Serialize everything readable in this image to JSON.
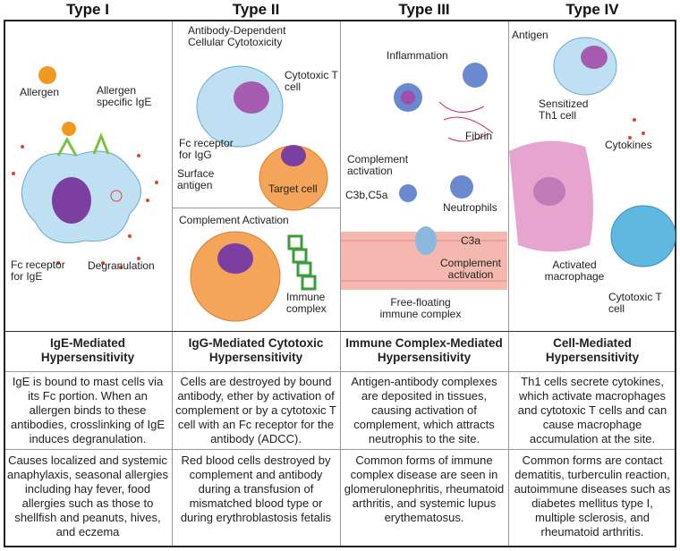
{
  "headers": [
    "Type I",
    "Type II",
    "Type III",
    "Type IV"
  ],
  "illustrations": {
    "type1": {
      "allergen": "Allergen",
      "allergen_specific_ige": "Allergen specific IgE",
      "fc_receptor": "Fc receptor for IgE",
      "degranulation": "Degranulation"
    },
    "type2": {
      "adcc": "Antibody-Dependent Cellular Cytotoxicity",
      "cytotoxic_t": "Cytotoxic T cell",
      "fc_receptor": "Fc receptor for IgG",
      "surface_antigen": "Surface antigen",
      "target_cell": "Target cell",
      "complement_activation": "Complement Activation",
      "immune_complex": "Immune complex"
    },
    "type3": {
      "inflammation": "Inflammation",
      "fibrin": "Fibrin",
      "complement_activation": "Complement activation",
      "c3b_c5a": "C3b,C5a",
      "neutrophils": "Neutrophils",
      "c3a": "C3a",
      "complement_activation_2": "Complement activation",
      "free_floating": "Free-floating immune complex"
    },
    "type4": {
      "antigen": "Antigen",
      "sensitized": "Sensitized Th1 cell",
      "cytokines": "Cytokines",
      "macrophage": "Activated macrophage",
      "cytotoxic_t": "Cytotoxic T cell"
    }
  },
  "rows": {
    "titles": [
      "IgE-Mediated Hypersensitivity",
      "IgG-Mediated Cytotoxic Hypersensitivity",
      "Immune Complex-Mediated Hypersensitivity",
      "Cell-Mediated Hypersensitivity"
    ],
    "mechanisms": [
      "IgE is bound to mast cells via its Fc portion. When an allergen binds to these antibodies, crosslinking of IgE induces degranulation.",
      "Cells are destroyed by bound antibody, ether by activation of complement or by a cytotoxic T cell with an Fc receptor for the antibody (ADCC).",
      "Antigen-antibody complexes are deposited in tissues, causing activation of complement, which attracts neutrophis to the site.",
      "Th1 cells secrete cytokines, which activate macrophages and cytotoxic T cells and can cause macrophage accumulation at the site."
    ],
    "diseases": [
      "Causes localized and systemic anaphylaxis, seasonal allergies including hay fever, food allergies such as those to shellfish and peanuts, hives, and eczema",
      "Red blood cells destroyed by complement and antibody during a transfusion of mismatched blood type or during erythroblastosis fetalis",
      "Common forms of immune complex disease are seen in glomerulonephritis, rheumatoid arthritis, and systemic lupus erythematosus.",
      "Common forms are contact dematitis, turberculin reaction, autoimmune diseases such as diabetes mellitus type I, multiple sclerosis, and rheumatoid arthritis."
    ]
  },
  "colors": {
    "mast_cell": "#bfe0f2",
    "nucleus": "#7a3fa0",
    "target_cell": "#f5a55a",
    "granule": "#e0452b",
    "antibody": "#7cc242",
    "vessel": "#f4b8b0",
    "macrophage": "#e6a5cf"
  }
}
